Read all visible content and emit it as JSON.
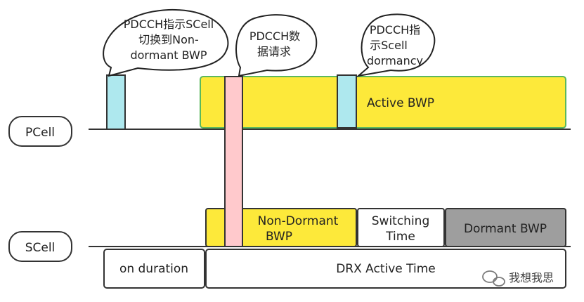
{
  "rows": {
    "pcell_label": "PCell",
    "scell_label": "SCell"
  },
  "bubbles": {
    "pdcch_scell_switch": [
      "PDCCH指示SCell",
      "切换到Non-",
      "dormant BWP"
    ],
    "pdcch_data_request": [
      "PDCCH数",
      "据请求"
    ],
    "pdcch_scell_dormancy": [
      "PDCCH指",
      "示Scell",
      "dormancy"
    ]
  },
  "bwp": {
    "active": "Active BWP",
    "non_dormant": [
      "Non-Dormant",
      "BWP"
    ],
    "switching_time": [
      "Switching",
      "Time"
    ],
    "dormant": "Dormant BWP"
  },
  "timeline": {
    "on_duration": "on duration",
    "drx_active_time": "DRX Active Time"
  },
  "watermark": "我想我思",
  "colors": {
    "yellow": "#fde93a",
    "green_border": "#5cb85c",
    "cyan": "#aee8ee",
    "pink": "#ffc9cc",
    "dark_gray": "#9e9e9e",
    "line": "#333333"
  }
}
